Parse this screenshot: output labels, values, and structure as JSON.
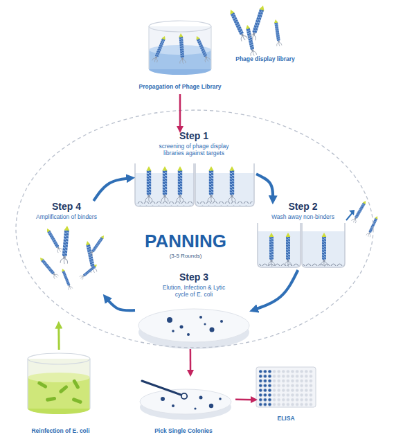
{
  "diagram": {
    "nodes": [
      {
        "text": [
          "Propagation of Phage Library"
        ]
      },
      {
        "text": [
          "PANNING",
          "(3-5 Rounds)"
        ]
      },
      {
        "text": [
          "Step 1",
          "screening of phage display libraries against targets"
        ],
        "in": 1
      },
      {
        "text": [
          "Step 2",
          "Wash away non-binders"
        ],
        "in": 1
      },
      {
        "text": [
          "Step 3",
          "Elution, Infection & Lytic cycle of E. coli"
        ],
        "in": 1
      },
      {
        "text": [
          "Step 4",
          "Amplification of binders"
        ],
        "in": 1
      },
      {
        "text": [
          "Reinfection of E. coli"
        ]
      },
      {
        "text": [
          "Pick Single Colonies"
        ]
      },
      {
        "text": [
          "ELISA"
        ]
      }
    ],
    "edges": [
      {
        "from": 0,
        "to": 2,
        "arrow": "to"
      },
      {
        "from": 2,
        "to": 3,
        "arrow": "to"
      },
      {
        "from": 3,
        "to": 4,
        "arrow": "to"
      },
      {
        "from": 4,
        "to": 5,
        "arrow": "to"
      },
      {
        "from": 5,
        "to": 2,
        "arrow": "to"
      },
      {
        "from": 6,
        "to": 5,
        "arrow": "to"
      },
      {
        "from": 4,
        "to": 7,
        "arrow": "to"
      },
      {
        "from": 7,
        "to": 8,
        "arrow": "to"
      }
    ],
    "labels": [
      "Phage display library"
    ]
  }
}
